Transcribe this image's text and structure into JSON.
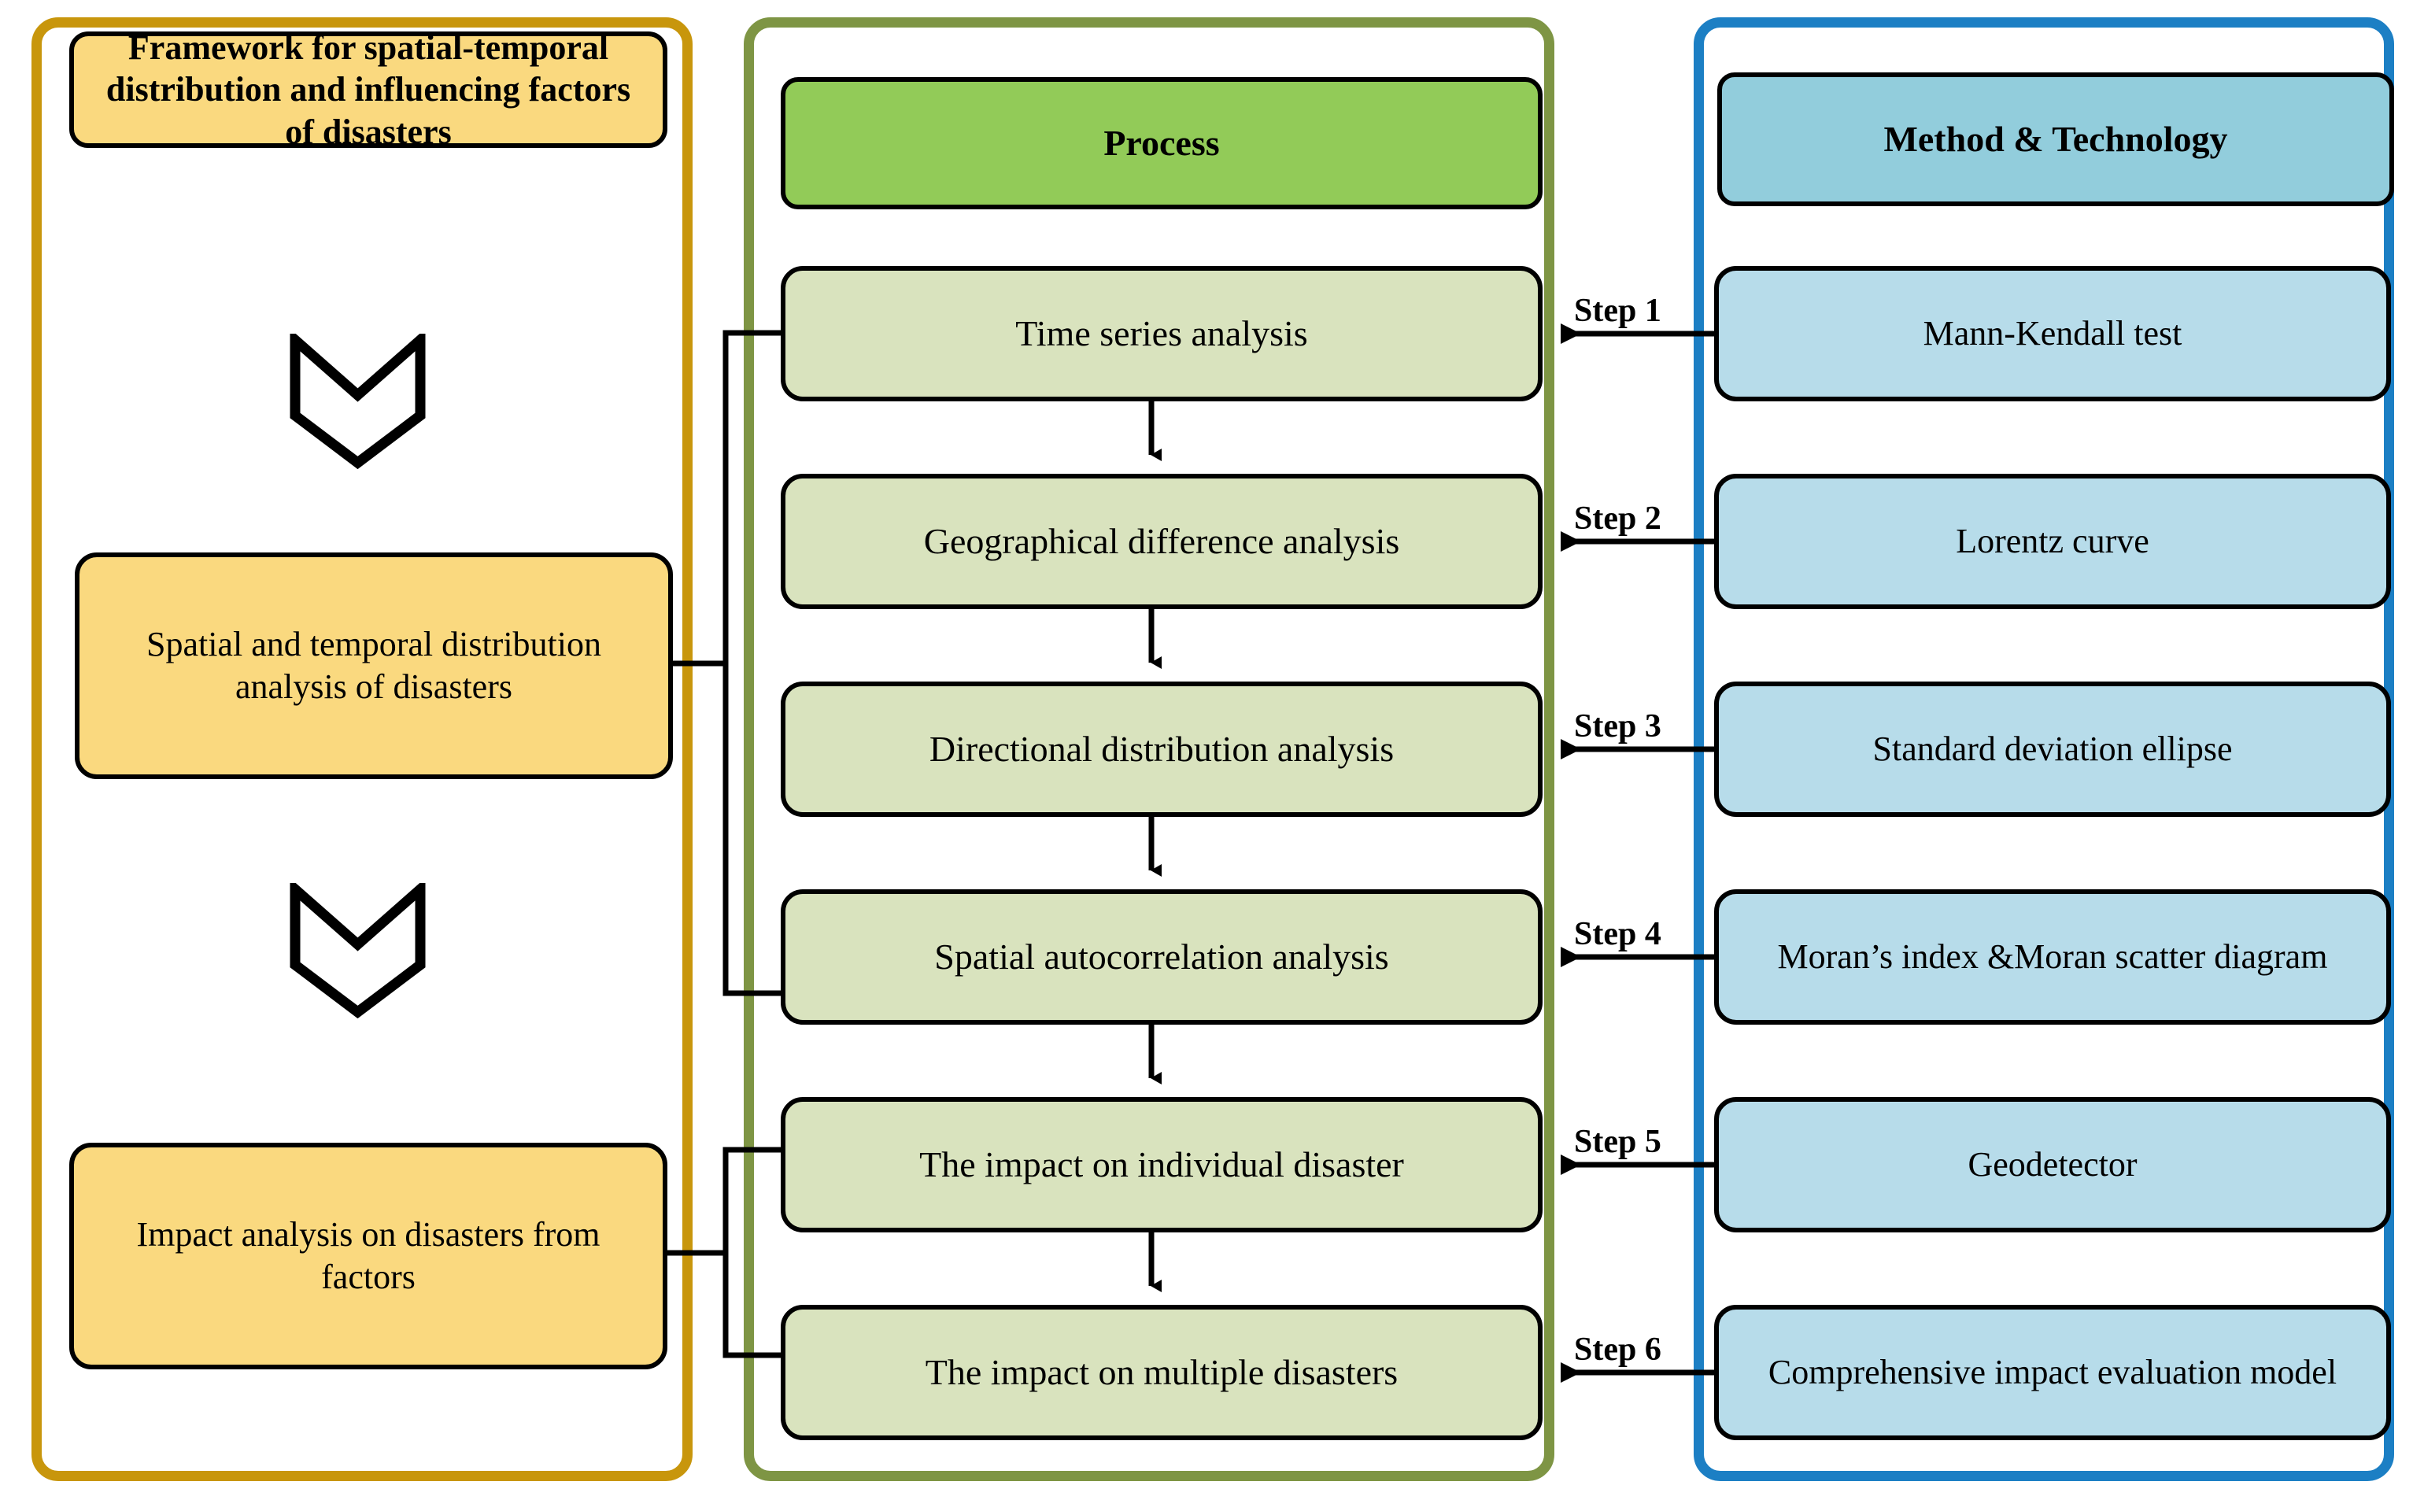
{
  "diagram": {
    "title": "Framework for spatial-temporal distribution and influencing factors of disasters",
    "columns": {
      "left": {
        "border_color": "#C8960C",
        "title_box": {
          "label": "Framework for spatial-temporal distribution  and influencing factors of disasters",
          "fill": "#FAD97F"
        },
        "stage_boxes": [
          {
            "label": "Spatial and temporal distribution analysis of disasters",
            "fill": "#FAD97F"
          },
          {
            "label": "Impact analysis on disasters from   factors",
            "fill": "#FAD97F"
          }
        ],
        "connector_icons": [
          {
            "name": "chevron-down-icon"
          },
          {
            "name": "chevron-down-icon"
          }
        ]
      },
      "middle": {
        "border_color": "#7E9544",
        "header": {
          "label": "Process",
          "fill": "#92CB58"
        },
        "steps": [
          {
            "label": "Time series analysis",
            "fill": "#D9E3BE"
          },
          {
            "label": "Geographical difference analysis",
            "fill": "#D9E3BE"
          },
          {
            "label": "Directional distribution analysis",
            "fill": "#D9E3BE"
          },
          {
            "label": "Spatial autocorrelation analysis",
            "fill": "#D9E3BE"
          },
          {
            "label": "The impact on individual disaster",
            "fill": "#D9E3BE"
          },
          {
            "label": "The impact on multiple disasters",
            "fill": "#D9E3BE"
          }
        ]
      },
      "right": {
        "border_color": "#1C7FC4",
        "header": {
          "label": "Method & Technology",
          "fill": "#92CDDC"
        },
        "methods": [
          {
            "label": "Mann-Kendall test",
            "fill": "#B7DCEA"
          },
          {
            "label": "Lorentz curve",
            "fill": "#B7DCEA"
          },
          {
            "label": "Standard deviation ellipse",
            "fill": "#B7DCEA"
          },
          {
            "label": "Moran’s index &Moran scatter diagram",
            "fill": "#B7DCEA"
          },
          {
            "label": "Geodetector",
            "fill": "#B7DCEA"
          },
          {
            "label": "Comprehensive impact evaluation model",
            "fill": "#B7DCEA"
          }
        ]
      }
    },
    "step_labels": [
      "Step 1",
      "Step 2",
      "Step 3",
      "Step 4",
      "Step 5",
      "Step 6"
    ]
  }
}
